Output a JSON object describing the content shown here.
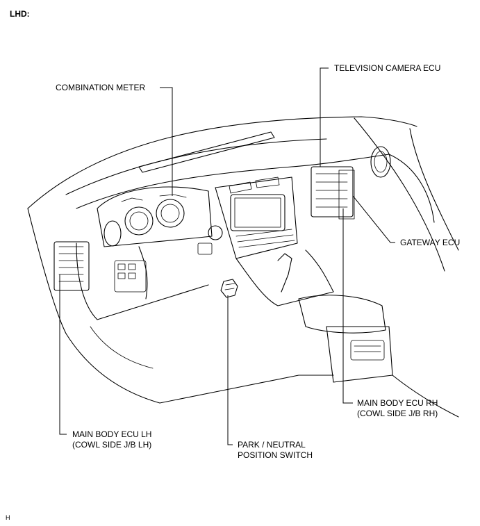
{
  "heading": "LHD:",
  "footer_code": "H",
  "labels": {
    "combination_meter": "COMBINATION METER",
    "television_camera_ecu": "TELEVISION CAMERA ECU",
    "gateway_ecu": "GATEWAY ECU",
    "main_body_ecu_rh": "MAIN BODY ECU RH\n(COWL SIDE J/B RH)",
    "main_body_ecu_lh": "MAIN BODY ECU LH\n(COWL SIDE J/B LH)",
    "park_neutral_switch": "PARK / NEUTRAL\nPOSITION SWITCH"
  }
}
